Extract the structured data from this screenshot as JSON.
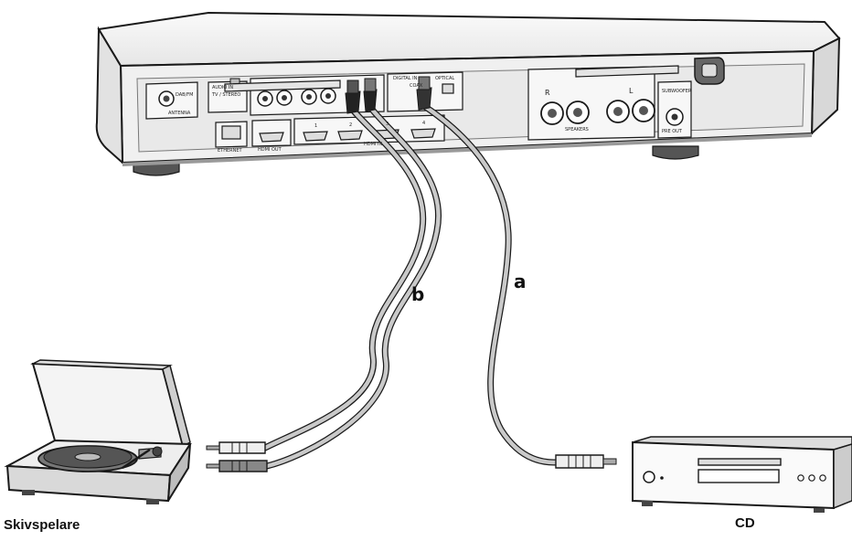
{
  "labels": {
    "cable_a": "a",
    "cable_b": "b",
    "turntable": "Skivspelare",
    "cd_player": "CD"
  },
  "receiver": {
    "antenna_label": "DAB/FM",
    "antenna_sub": "ANTENNA",
    "audio_in": "AUDIO IN",
    "audio_in_sub": "TV / STEREO",
    "ethernet": "ETHERNET",
    "hdmi_out": "HDMI OUT",
    "hdmi_in": "HDMI IN",
    "hdmi_ports": [
      "1",
      "2",
      "3",
      "4"
    ],
    "digital_in": "DIGITAL IN",
    "digital_coax": "COAX",
    "digital_optical": "OPTICAL",
    "speakers": "SPEAKERS",
    "speaker_r": "R",
    "speaker_l": "L",
    "subwoofer": "SUBWOOFER",
    "pre_out": "PRE OUT"
  },
  "colors": {
    "line": "#1a1a1a",
    "body": "#f2f2f2",
    "shade": "#cfcfcf",
    "cable": "#8a8a8a"
  },
  "icons": [
    "antenna-jack-icon",
    "ethernet-port-icon",
    "hdmi-port-icon",
    "rca-jack-icon",
    "optical-port-icon",
    "speaker-terminal-icon",
    "turntable-icon",
    "cd-player-icon",
    "rca-plug-icon"
  ]
}
